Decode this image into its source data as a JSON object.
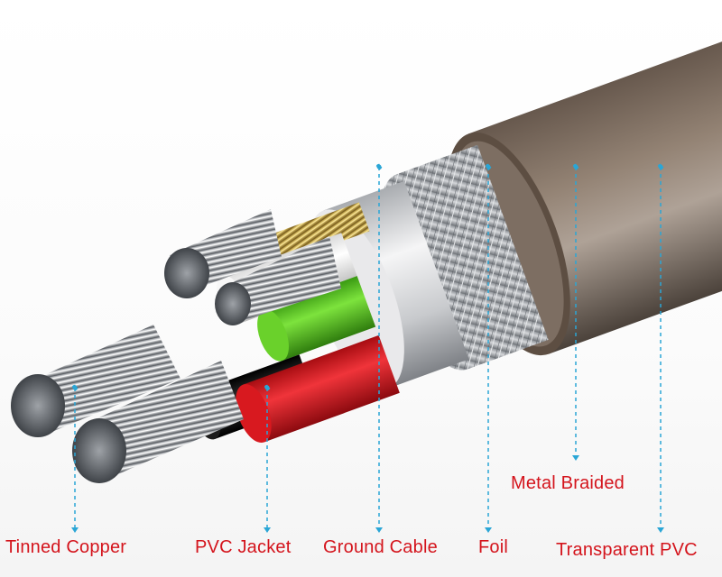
{
  "diagram": {
    "subject": "Cable cross-section",
    "label_color": "#d4141c",
    "leader_color": "#2aa6d6",
    "labels": [
      {
        "id": "tinned-copper",
        "text": "Tinned Copper"
      },
      {
        "id": "pvc-jacket",
        "text": "PVC Jacket"
      },
      {
        "id": "ground-cable",
        "text": "Ground Cable"
      },
      {
        "id": "foil",
        "text": "Foil"
      },
      {
        "id": "metal-braided",
        "text": "Metal Braided"
      },
      {
        "id": "transparent-pvc",
        "text": "Transparent PVC"
      }
    ],
    "layers": {
      "outer_jacket": {
        "color": "#6b5b4e",
        "name": "Transparent PVC"
      },
      "braid": {
        "color": "#b9bcc0",
        "name": "Metal Braided"
      },
      "foil": {
        "color": "#e8e8ea",
        "name": "Foil"
      },
      "ground_conductor": {
        "color": "#c9a646",
        "name": "Ground Cable"
      },
      "wires": [
        {
          "insulation": "#f4f4f4",
          "name": "white"
        },
        {
          "insulation": "#5cc423",
          "name": "green"
        },
        {
          "insulation": "#111111",
          "name": "black"
        },
        {
          "insulation": "#d8191f",
          "name": "red"
        }
      ],
      "conductor_color": "#b5b9bf"
    }
  }
}
